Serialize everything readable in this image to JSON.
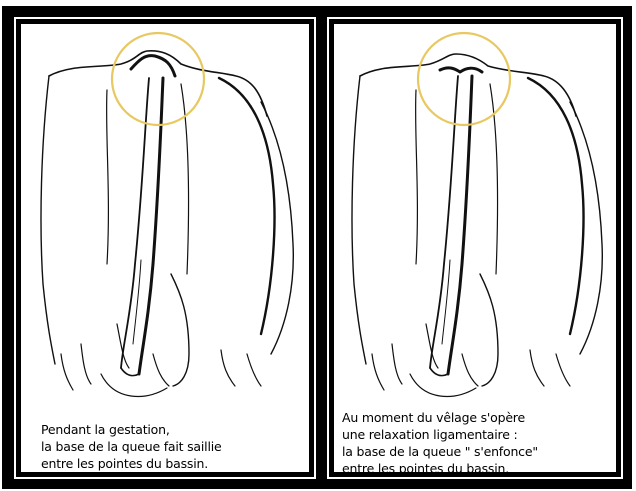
{
  "colors": {
    "frame": "#000000",
    "background": "#ffffff",
    "circle": "#e8c860",
    "line": "#111111"
  },
  "panels": [
    {
      "caption_lines": [
        "Pendant la gestation,",
        "la base de la queue fait saillie",
        "entre les pointes du bassin."
      ],
      "circle_icon": "highlight-circle"
    },
    {
      "caption_lines": [
        "Au moment du vêlage s'opère",
        "une relaxation ligamentaire :",
        "la base de la queue \" s'enfonce\"",
        "entre les pointes du bassin."
      ],
      "circle_icon": "highlight-circle"
    }
  ]
}
